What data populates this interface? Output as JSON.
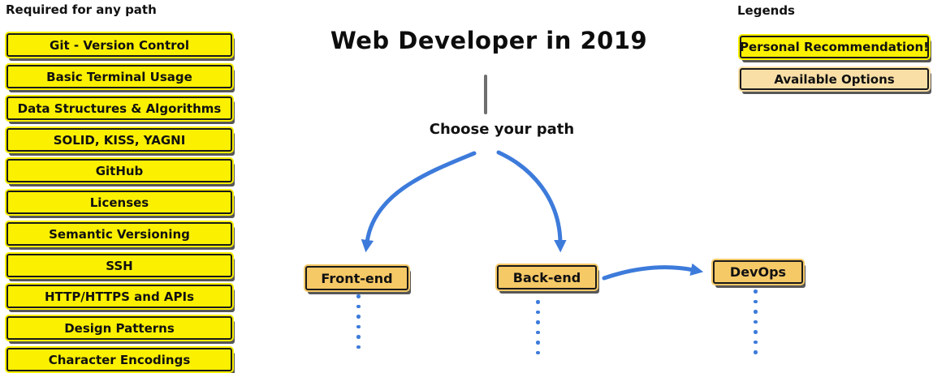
{
  "header": {
    "title": "Web Developer in 2019",
    "subtitle": "Choose your path"
  },
  "required": {
    "heading": "Required for any path",
    "items": [
      "Git - Version Control",
      "Basic Terminal Usage",
      "Data Structures & Algorithms",
      "SOLID, KISS, YAGNI",
      "GitHub",
      "Licenses",
      "Semantic Versioning",
      "SSH",
      "HTTP/HTTPS and APIs",
      "Design Patterns",
      "Character Encodings"
    ]
  },
  "paths": {
    "frontend": "Front-end",
    "backend": "Back-end",
    "devops": "DevOps"
  },
  "legend": {
    "heading": "Legends",
    "personal_recommendation": "Personal Recommendation!",
    "available_options": "Available Options"
  },
  "colors": {
    "highlight_yellow": "#FBF000",
    "node_gold": "#F6C967",
    "option_light_gold": "#F9DFA6",
    "arrow_blue": "#3D7BDB",
    "divider_gray": "#6F6F6F",
    "border_black": "#1A1A1A"
  }
}
